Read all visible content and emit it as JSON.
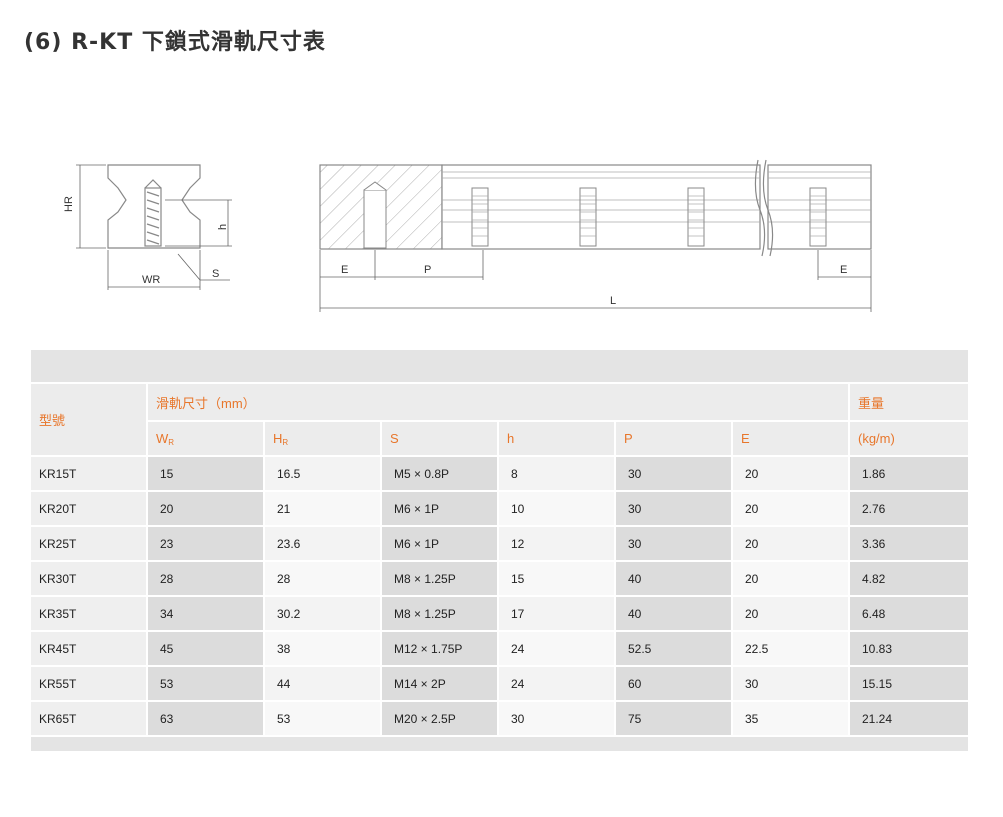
{
  "title": "(6) R-KT 下鎖式滑軌尺寸表",
  "diagram_labels": {
    "hr": "HR",
    "h": "h",
    "wr": "WR",
    "s": "S",
    "e_left": "E",
    "p": "P",
    "e_right": "E",
    "l": "L"
  },
  "table": {
    "model_header": "型號",
    "dims_header": "滑軌尺寸（mm）",
    "weight_header": "重量",
    "columns": [
      {
        "label": "W",
        "sub": "R"
      },
      {
        "label": "H",
        "sub": "R"
      },
      {
        "label": "S",
        "sub": ""
      },
      {
        "label": "h",
        "sub": ""
      },
      {
        "label": "P",
        "sub": ""
      },
      {
        "label": "E",
        "sub": ""
      }
    ],
    "weight_unit": "(kg/m)",
    "rows": [
      {
        "model": "KR15T",
        "wr": "15",
        "hr": "16.5",
        "s": "M5 × 0.8P",
        "h": "8",
        "p": "30",
        "e": "20",
        "weight": "1.86"
      },
      {
        "model": "KR20T",
        "wr": "20",
        "hr": "21",
        "s": "M6 × 1P",
        "h": "10",
        "p": "30",
        "e": "20",
        "weight": "2.76"
      },
      {
        "model": "KR25T",
        "wr": "23",
        "hr": "23.6",
        "s": "M6 × 1P",
        "h": "12",
        "p": "30",
        "e": "20",
        "weight": "3.36"
      },
      {
        "model": "KR30T",
        "wr": "28",
        "hr": "28",
        "s": "M8 × 1.25P",
        "h": "15",
        "p": "40",
        "e": "20",
        "weight": "4.82"
      },
      {
        "model": "KR35T",
        "wr": "34",
        "hr": "30.2",
        "s": "M8 × 1.25P",
        "h": "17",
        "p": "40",
        "e": "20",
        "weight": "6.48"
      },
      {
        "model": "KR45T",
        "wr": "45",
        "hr": "38",
        "s": "M12 × 1.75P",
        "h": "24",
        "p": "52.5",
        "e": "22.5",
        "weight": "10.83"
      },
      {
        "model": "KR55T",
        "wr": "53",
        "hr": "44",
        "s": "M14 × 2P",
        "h": "24",
        "p": "60",
        "e": "30",
        "weight": "15.15"
      },
      {
        "model": "KR65T",
        "wr": "63",
        "hr": "53",
        "s": "M20 × 2.5P",
        "h": "30",
        "p": "75",
        "e": "35",
        "weight": "21.24"
      }
    ]
  }
}
